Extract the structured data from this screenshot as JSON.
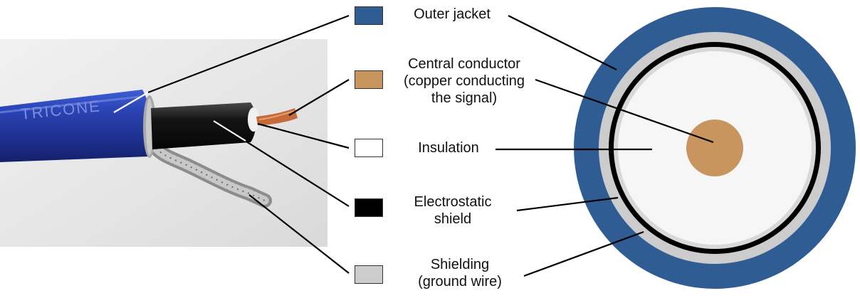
{
  "photo": {
    "brand_text": "TRICONE"
  },
  "legend": [
    {
      "id": "outer-jacket",
      "lines": [
        "Outer jacket"
      ],
      "color": "#2f5d93"
    },
    {
      "id": "central-conductor",
      "lines": [
        "Central conductor",
        "(copper conducting",
        "the signal)"
      ],
      "color": "#c9955e"
    },
    {
      "id": "insulation",
      "lines": [
        "Insulation"
      ],
      "color": "#ffffff"
    },
    {
      "id": "electrostatic-shield",
      "lines": [
        "Electrostatic",
        "shield"
      ],
      "color": "#000000"
    },
    {
      "id": "shielding",
      "lines": [
        "Shielding",
        "(ground wire)"
      ],
      "color": "#cccccc"
    }
  ],
  "colors": {
    "jacket": "#2f5d93",
    "ground_ring": "#cccccc",
    "shield_ring": "#000000",
    "insulation": "#f6f6f6",
    "conductor": "#c9955e"
  }
}
